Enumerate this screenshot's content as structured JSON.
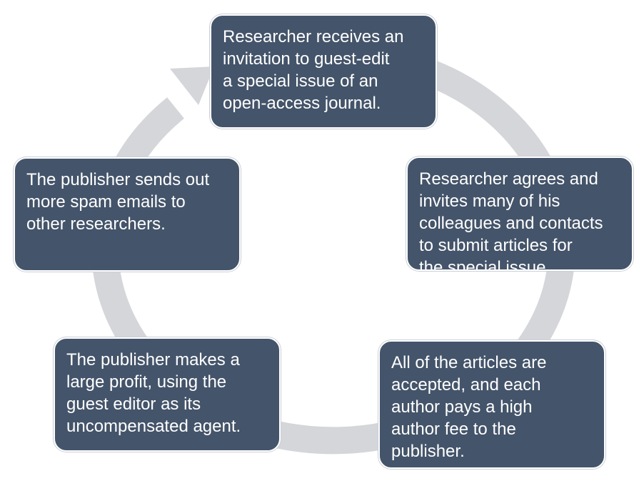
{
  "diagram": {
    "type": "cycle",
    "arrow_color": "#d4d6da",
    "box_color": "#44546a",
    "text_color": "#ffffff",
    "steps": [
      {
        "id": "step1",
        "text": "Researcher receives an\ninvitation to guest-edit\na special issue of an\nopen-access journal."
      },
      {
        "id": "step2",
        "text": "Researcher agrees and\ninvites many of his\ncolleagues and contacts\nto submit articles for\nthe special issue."
      },
      {
        "id": "step3",
        "text": "All of the articles are\naccepted, and each\nauthor pays a high\nauthor  fee to the\npublisher."
      },
      {
        "id": "step4",
        "text": "The publisher makes a\nlarge profit, using the\nguest editor as its\nuncompensated agent."
      },
      {
        "id": "step5",
        "text": "The publisher sends out\nmore spam emails to\nother researchers."
      }
    ]
  }
}
